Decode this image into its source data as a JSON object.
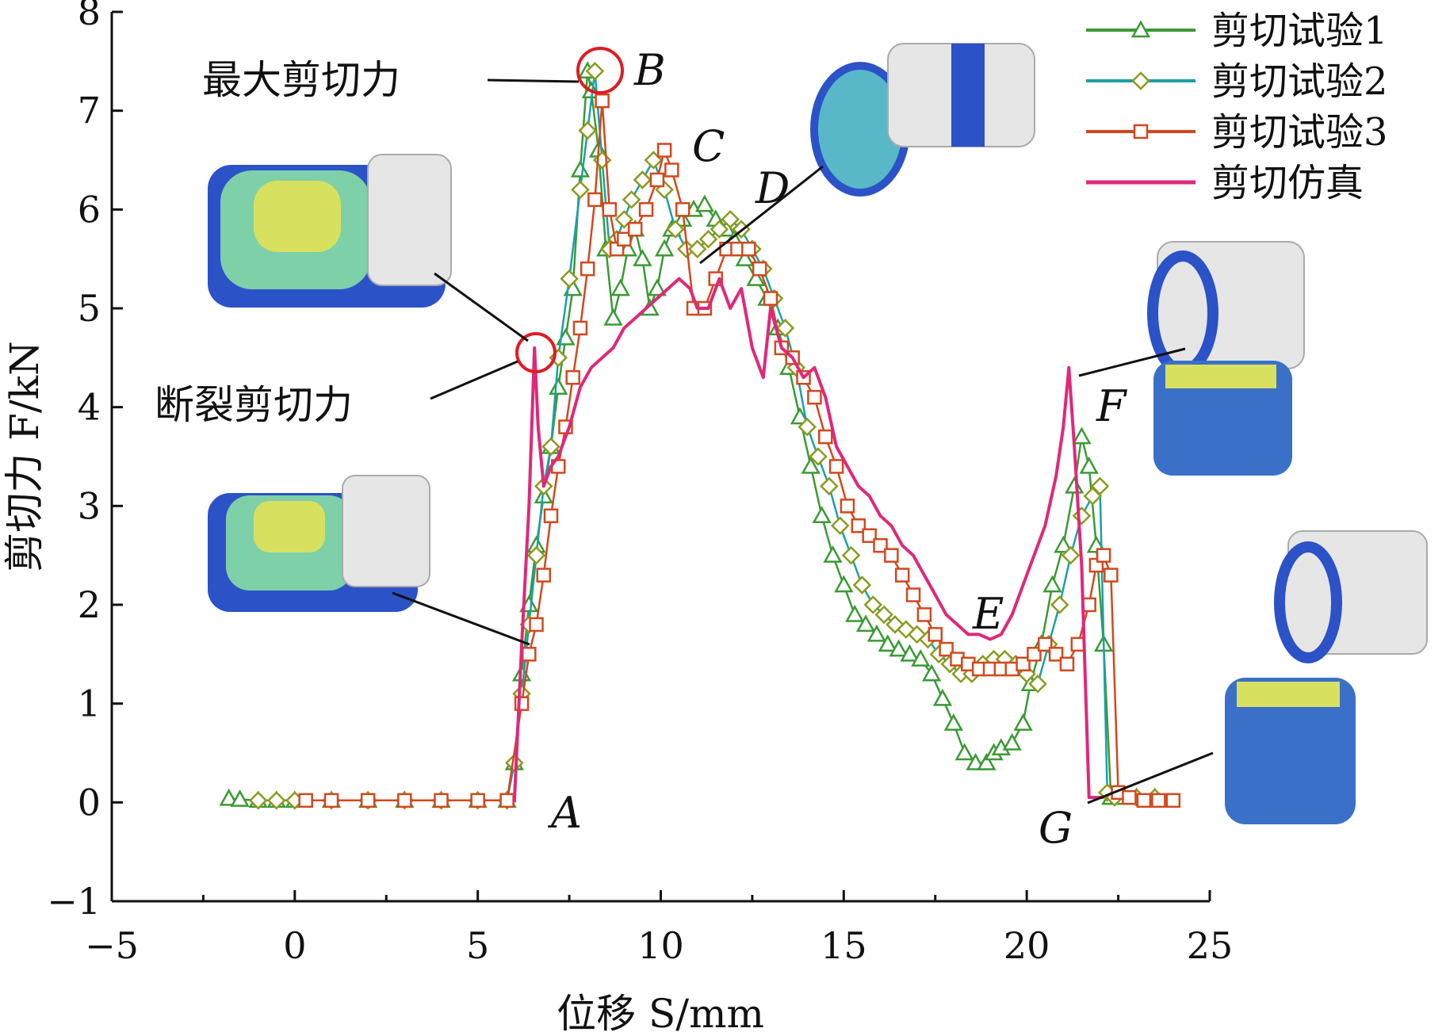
{
  "chart_data": {
    "type": "line",
    "xlabel": "位移 S/mm",
    "ylabel": "剪切力 F/kN",
    "xlim": [
      -5,
      25
    ],
    "ylim": [
      -1,
      8
    ],
    "xticks": [
      -5,
      0,
      5,
      10,
      15,
      20,
      25
    ],
    "yticks": [
      -1,
      0,
      1,
      2,
      3,
      4,
      5,
      6,
      7,
      8
    ],
    "xtick_labels": [
      "−5",
      "0",
      "5",
      "10",
      "15",
      "20",
      "25"
    ],
    "ytick_labels": [
      "−1",
      "0",
      "1",
      "2",
      "3",
      "4",
      "5",
      "6",
      "7",
      "8"
    ],
    "grid": false,
    "legend_position": "top-right",
    "series": [
      {
        "name": "剪切试验1",
        "color": "#3a9a34",
        "marker": "triangle",
        "x": [
          -1.8,
          -1.5,
          -1,
          -0.5,
          0,
          1,
          2,
          3,
          4,
          5,
          5.8,
          6.0,
          6.2,
          6.4,
          6.6,
          6.8,
          7.0,
          7.2,
          7.4,
          7.6,
          7.8,
          8.0,
          8.1,
          8.3,
          8.5,
          8.7,
          8.9,
          9.1,
          9.3,
          9.5,
          9.7,
          9.9,
          10.1,
          10.3,
          10.6,
          10.9,
          11.2,
          11.5,
          11.8,
          12.0,
          12.3,
          12.6,
          12.9,
          13.2,
          13.5,
          13.8,
          14.1,
          14.4,
          14.7,
          15.0,
          15.3,
          15.6,
          15.9,
          16.2,
          16.5,
          16.8,
          17.1,
          17.4,
          17.7,
          18.0,
          18.3,
          18.6,
          18.9,
          19.1,
          19.3,
          19.6,
          19.9,
          20.1,
          20.4,
          20.7,
          21.0,
          21.3,
          21.5,
          21.7,
          21.9,
          22.1,
          22.3,
          22.5,
          23.0,
          23.5
        ],
        "y": [
          0.04,
          0.03,
          0.02,
          0.02,
          0.02,
          0.02,
          0.02,
          0.02,
          0.02,
          0.02,
          0.02,
          0.4,
          1.3,
          2.0,
          2.6,
          3.1,
          3.6,
          4.2,
          4.7,
          5.2,
          6.4,
          7.4,
          7.2,
          6.6,
          5.6,
          4.9,
          5.2,
          5.6,
          5.8,
          5.5,
          5.0,
          5.2,
          5.6,
          5.8,
          5.9,
          6.0,
          6.05,
          5.9,
          5.8,
          5.7,
          5.5,
          5.3,
          5.1,
          4.8,
          4.4,
          3.9,
          3.4,
          2.9,
          2.5,
          2.2,
          1.9,
          1.8,
          1.7,
          1.6,
          1.55,
          1.5,
          1.45,
          1.3,
          1.05,
          0.8,
          0.5,
          0.4,
          0.4,
          0.5,
          0.55,
          0.6,
          0.8,
          1.2,
          1.6,
          2.2,
          2.6,
          3.2,
          3.7,
          3.4,
          2.6,
          1.6,
          0.05,
          0.05,
          0.05,
          0.05
        ]
      },
      {
        "name": "剪切试验2",
        "color": "#8c9a1e",
        "marker": "diamond",
        "x": [
          -1.0,
          -0.5,
          0,
          1,
          2,
          3,
          4,
          5,
          5.8,
          6.0,
          6.2,
          6.4,
          6.6,
          6.8,
          7.0,
          7.2,
          7.5,
          7.8,
          8.0,
          8.2,
          8.4,
          8.6,
          8.8,
          9.0,
          9.2,
          9.5,
          9.8,
          10.1,
          10.4,
          10.7,
          11.0,
          11.3,
          11.6,
          11.9,
          12.2,
          12.5,
          12.8,
          13.1,
          13.4,
          13.7,
          14.0,
          14.3,
          14.6,
          14.9,
          15.2,
          15.5,
          15.8,
          16.1,
          16.4,
          16.7,
          17.0,
          17.3,
          17.6,
          17.9,
          18.2,
          18.5,
          18.8,
          19.1,
          19.4,
          19.7,
          20.0,
          20.3,
          20.6,
          20.9,
          21.2,
          21.5,
          21.8,
          22.0,
          22.2,
          22.4,
          23.0,
          23.5
        ],
        "y": [
          0.02,
          0.02,
          0.02,
          0.02,
          0.02,
          0.02,
          0.02,
          0.02,
          0.02,
          0.4,
          1.1,
          1.8,
          2.5,
          3.2,
          3.6,
          4.5,
          5.3,
          6.2,
          6.8,
          7.4,
          6.5,
          5.6,
          5.7,
          5.9,
          6.1,
          6.3,
          6.5,
          6.2,
          5.8,
          5.6,
          5.6,
          5.7,
          5.8,
          5.9,
          5.8,
          5.6,
          5.4,
          5.1,
          4.8,
          4.4,
          3.8,
          3.5,
          3.2,
          2.8,
          2.5,
          2.2,
          2.0,
          1.9,
          1.8,
          1.75,
          1.7,
          1.65,
          1.5,
          1.4,
          1.3,
          1.3,
          1.4,
          1.45,
          1.45,
          1.4,
          1.3,
          1.2,
          1.6,
          2.0,
          2.5,
          2.9,
          3.1,
          3.2,
          0.1,
          0.05,
          0.05,
          0.05
        ]
      },
      {
        "name": "剪切试验3",
        "color": "#d2481e",
        "marker": "square",
        "x": [
          0.3,
          1,
          2,
          3,
          4,
          5,
          5.8,
          6.2,
          6.4,
          6.6,
          6.8,
          7.0,
          7.2,
          7.4,
          7.6,
          7.8,
          8.0,
          8.2,
          8.4,
          8.6,
          8.8,
          9.0,
          9.3,
          9.6,
          9.9,
          10.1,
          10.3,
          10.6,
          10.9,
          11.2,
          11.5,
          11.8,
          12.1,
          12.4,
          12.7,
          13.0,
          13.3,
          13.6,
          13.9,
          14.2,
          14.5,
          14.8,
          15.1,
          15.4,
          15.7,
          16.0,
          16.3,
          16.6,
          16.9,
          17.2,
          17.5,
          17.8,
          18.1,
          18.4,
          18.7,
          19.0,
          19.3,
          19.6,
          19.9,
          20.2,
          20.5,
          20.8,
          21.1,
          21.4,
          21.7,
          21.9,
          22.1,
          22.3,
          22.5,
          22.8,
          23.2,
          23.6,
          24.0
        ],
        "y": [
          0.02,
          0.02,
          0.02,
          0.02,
          0.02,
          0.02,
          0.02,
          1.0,
          1.5,
          1.8,
          2.3,
          2.9,
          3.4,
          3.8,
          4.3,
          4.8,
          5.4,
          6.1,
          7.1,
          6.0,
          5.6,
          5.7,
          5.8,
          6.0,
          6.3,
          6.6,
          6.4,
          6.0,
          5.0,
          5.0,
          5.3,
          5.6,
          5.6,
          5.6,
          5.4,
          5.1,
          4.6,
          4.5,
          4.3,
          4.1,
          3.7,
          3.4,
          3.0,
          2.8,
          2.7,
          2.6,
          2.5,
          2.3,
          2.1,
          1.9,
          1.7,
          1.55,
          1.45,
          1.4,
          1.35,
          1.35,
          1.35,
          1.35,
          1.4,
          1.5,
          1.6,
          1.5,
          1.4,
          1.6,
          2.0,
          2.4,
          2.5,
          2.3,
          0.1,
          0.05,
          0.02,
          0.02,
          0.02
        ]
      },
      {
        "name": "剪切仿真",
        "color": "#e0287a",
        "marker": "none",
        "x": [
          6.0,
          6.2,
          6.4,
          6.55,
          6.65,
          6.8,
          7.0,
          7.2,
          7.5,
          7.8,
          8.1,
          8.4,
          8.7,
          9.0,
          9.3,
          9.6,
          9.9,
          10.2,
          10.5,
          10.8,
          11.0,
          11.3,
          11.6,
          11.9,
          12.2,
          12.5,
          12.8,
          13.0,
          13.3,
          13.6,
          13.9,
          14.2,
          14.5,
          14.8,
          15.1,
          15.4,
          15.7,
          16.0,
          16.3,
          16.6,
          16.9,
          17.2,
          17.5,
          17.8,
          18.1,
          18.4,
          18.7,
          19.0,
          19.3,
          19.6,
          19.9,
          20.2,
          20.5,
          20.8,
          21.0,
          21.15,
          21.3,
          21.5,
          21.7,
          21.9,
          22.1
        ],
        "y": [
          0.0,
          1.6,
          3.0,
          4.6,
          3.8,
          3.2,
          3.4,
          3.5,
          3.8,
          4.2,
          4.4,
          4.5,
          4.6,
          4.8,
          4.9,
          5.0,
          5.1,
          5.2,
          5.3,
          5.2,
          5.0,
          5.0,
          5.3,
          5.0,
          5.2,
          4.6,
          4.3,
          5.0,
          4.6,
          4.5,
          4.3,
          4.4,
          4.1,
          3.6,
          3.4,
          3.2,
          3.1,
          2.9,
          2.8,
          2.6,
          2.5,
          2.3,
          2.1,
          1.9,
          1.8,
          1.7,
          1.7,
          1.65,
          1.7,
          1.9,
          2.2,
          2.5,
          2.8,
          3.3,
          3.8,
          4.4,
          3.6,
          2.4,
          0.05,
          0.05,
          0.05
        ]
      }
    ],
    "annotations": {
      "max_shear": "最大剪切力",
      "fracture_shear": "断裂剪切力",
      "points": [
        "A",
        "B",
        "C",
        "D",
        "E",
        "F",
        "G"
      ]
    }
  }
}
